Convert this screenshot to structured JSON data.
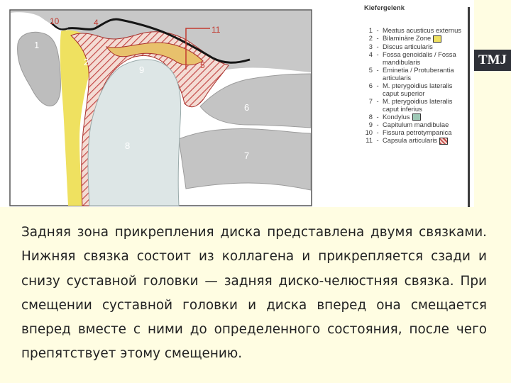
{
  "diagram": {
    "title": "Kiefergelenk",
    "labels": [
      "1",
      "2",
      "9",
      "4",
      "10",
      "11",
      "5",
      "6",
      "8",
      "7"
    ],
    "legend": [
      {
        "num": "1",
        "text": "Meatus acusticus externus"
      },
      {
        "num": "2",
        "text": "Bilaminäre Zone"
      },
      {
        "num": "3",
        "text": "Discus articularis"
      },
      {
        "num": "4",
        "text": "Fossa genoidalis / Fossa mandibularis"
      },
      {
        "num": "5",
        "text": "Eminetia / Protuberantia articularis"
      },
      {
        "num": "6",
        "text": "M. pterygoidius lateralis caput superior"
      },
      {
        "num": "7",
        "text": "M. pterygoidius lateralis caput inferius"
      },
      {
        "num": "8",
        "text": "Kondylus"
      },
      {
        "num": "9",
        "text": "Capitulum mandibulae"
      },
      {
        "num": "10",
        "text": "Fissura petrotympanica"
      },
      {
        "num": "11",
        "text": "Capsula articularis"
      }
    ],
    "colors": {
      "bone": "#c9c9c9",
      "bilaminar_zone": "#eee060",
      "disc_hatch": "#c44a48",
      "condyle": "#dde6e6",
      "background": "#ffffff",
      "page": "#fffde2"
    }
  },
  "badge": "TMJ",
  "body_text": "Задняя зона прикрепления диска представлена двумя связками. Нижняя связка состоит из коллагена и прикрепляется сзади и снизу суставной головки — задняя диско-челюстняя связка. При смещении суставной головки и диска вперед она смещается вперед вместе с ними до определенного состояния, после чего препятствует этому смещению."
}
